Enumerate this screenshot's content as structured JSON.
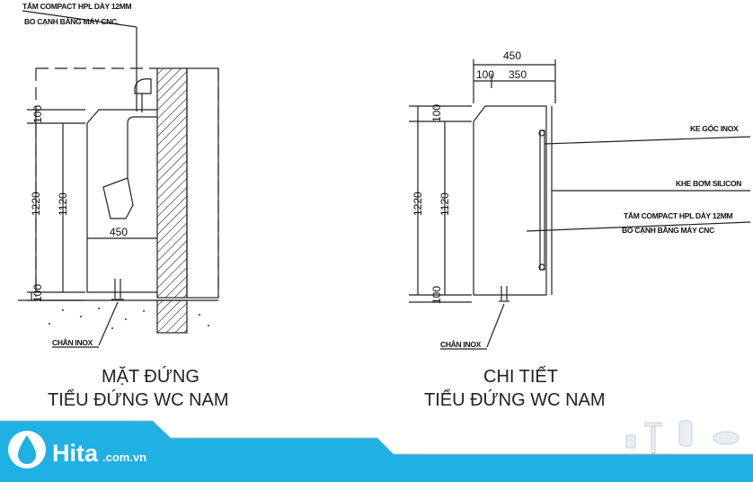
{
  "left_drawing": {
    "note_line1": "TẤM COMPACT HPL DÀY 12MM",
    "note_line2": "BO CẠNH BẰNG MÁY CNC.",
    "dim_total": "1220",
    "dim_panel": "1120",
    "dim_top": "100",
    "dim_bottom": "100",
    "dim_width": "450",
    "leg_label": "CHÂN INOX",
    "title_line1": "MẶT ĐỨNG",
    "title_line2": "TIỂU ĐỨNG WC NAM"
  },
  "right_drawing": {
    "dim_width_total": "450",
    "dim_offset": "100",
    "dim_width_panel": "350",
    "dim_total": "1220",
    "dim_panel": "1120",
    "dim_top": "100",
    "dim_bottom": "100",
    "label_bracket": "KE GÓC INOX",
    "label_silicone": "KHE BƠM SILICON",
    "note_line1": "TẤM COMPACT HPL DÀY 12MM",
    "note_line2": "BO CẠNH BẰNG MÁY CNC",
    "leg_label": "CHÂN INOX",
    "title_line1": "CHI TIẾT",
    "title_line2": "TIỂU ĐỨNG WC NAM"
  },
  "footer": {
    "brand": "Hita",
    "domain": ".com.vn",
    "color": "#1fb0e4"
  }
}
